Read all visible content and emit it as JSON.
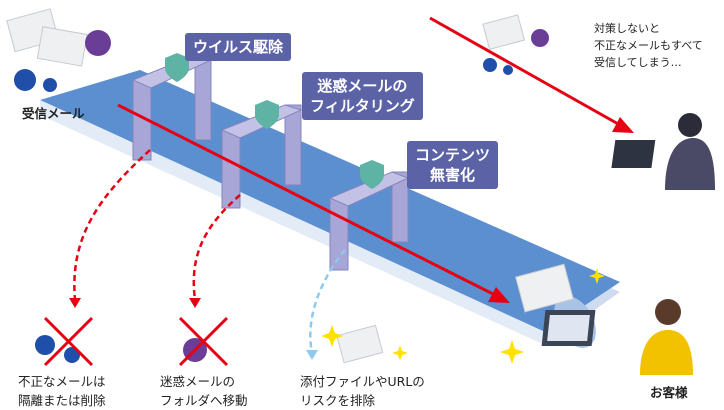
{
  "stages": [
    {
      "label": "ウイルス駆除"
    },
    {
      "label_line1": "迷惑メールの",
      "label_line2": "フィルタリング"
    },
    {
      "label_line1": "コンテンツ",
      "label_line2": "無害化"
    }
  ],
  "incoming_label": "受信メール",
  "outcomes": [
    {
      "line1": "不正なメールは",
      "line2": "隔離または削除"
    },
    {
      "line1": "迷惑メールの",
      "line2": "フォルダへ移動"
    },
    {
      "line1": "添付ファイルやURLの",
      "line2": "リスクを排除"
    }
  ],
  "without_protection": {
    "line1": "対策しないと",
    "line2": "不正なメールもすべて",
    "line3": "受信してしまう…"
  },
  "customer_label": "お客様",
  "colors": {
    "belt": "#5b8fd0",
    "gate": "#a7a6d6",
    "label": "#5b63a6",
    "arrow": "#e60012",
    "shield": "#5fb3a5"
  }
}
